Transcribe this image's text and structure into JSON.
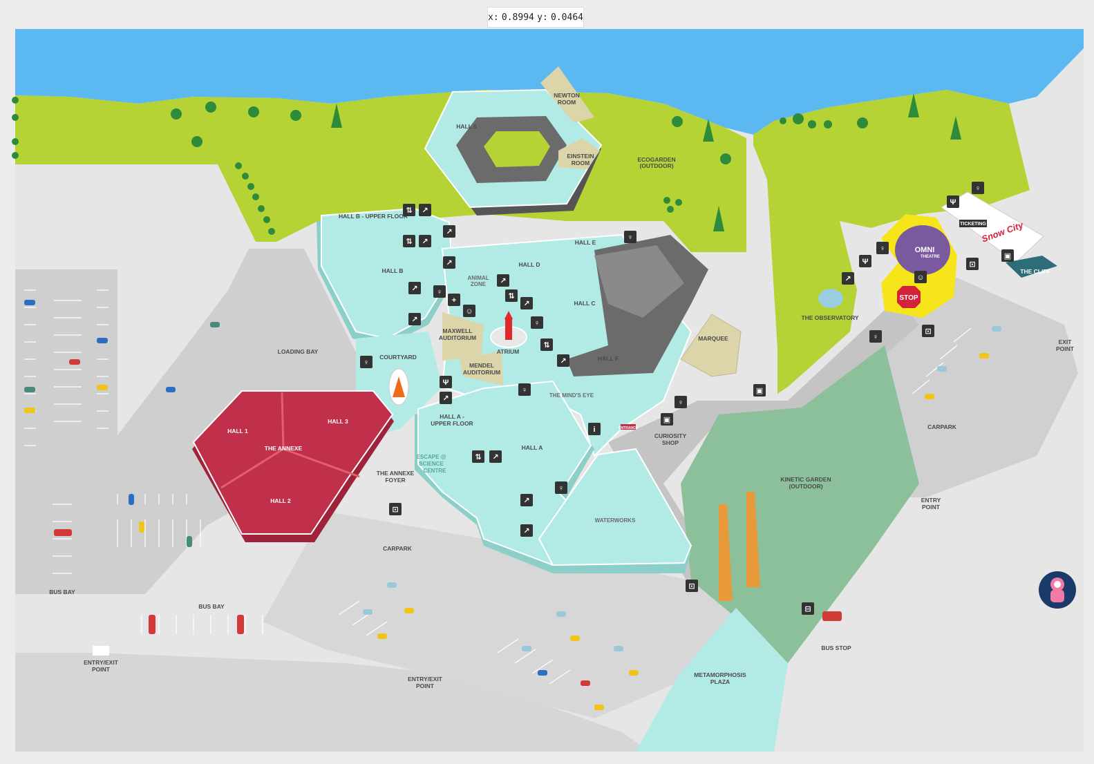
{
  "coordinate_readout": {
    "x_label": "x:",
    "x_value": "0.8994",
    "y_label": "y:",
    "y_value": "0.0464"
  },
  "colors": {
    "river": "#5bb8f0",
    "grass": "#b5d335",
    "hall_teal": "#b2ebe6",
    "annexe_red": "#c0304a",
    "omni_yellow": "#f6e51a",
    "kinetic_green": "#8cc09a",
    "dark_block": "#6b6b6b",
    "beige": "#dcd5aa",
    "road_grey": "#d0d0d0",
    "paving": "#e6e6e6"
  },
  "labels": {
    "hall_6": "HALL 6",
    "newton_room_1": "NEWTON",
    "newton_room_2": "ROOM",
    "einstein_room_1": "EINSTEIN",
    "einstein_room_2": "ROOM",
    "ecogarden_1": "ECOGARDEN",
    "ecogarden_2": "(OUTDOOR)",
    "hall_b_upper": "HALL B - UPPER FLOOR",
    "hall_b": "HALL B",
    "animal_zone_1": "ANIMAL",
    "animal_zone_2": "ZONE",
    "hall_e": "HALL E",
    "hall_d": "HALL D",
    "hall_c": "HALL C",
    "hall_f": "HALL F",
    "maxwell_1": "MAXWELL",
    "maxwell_2": "AUDITORIUM",
    "mendel_1": "MENDEL",
    "mendel_2": "AUDITORIUM",
    "atrium": "ATRIUM",
    "courtyard": "COURTYARD",
    "loading_bay": "LOADING BAY",
    "marquee": "MARQUEE",
    "minds_eye": "THE MIND'S EYE",
    "curiosity_1": "CURIOSITY",
    "curiosity_2": "SHOP",
    "entrance": "ENTRANCE",
    "hall_a_upper_1": "HALL A -",
    "hall_a_upper_2": "UPPER FLOOR",
    "hall_a": "HALL A",
    "escape_1": "ESCAPE @",
    "escape_2": "SCIENCE",
    "escape_3": "CENTRE",
    "annexe_foyer_1": "THE ANNEXE",
    "annexe_foyer_2": "FOYER",
    "hall_1": "HALL 1",
    "hall_2": "HALL 2",
    "hall_3": "HALL 3",
    "the_annexe": "THE ANNEXE",
    "waterworks": "WATERWORKS",
    "carpark": "CARPARK",
    "bus_bay": "BUS BAY",
    "entry_exit_1": "ENTRY/EXIT",
    "entry_exit_2": "POINT",
    "metamorphosis_1": "METAMORPHOSIS",
    "metamorphosis_2": "PLAZA",
    "bus_stop": "BUS STOP",
    "kinetic_1": "KINETIC GARDEN",
    "kinetic_2": "(OUTDOOR)",
    "observatory": "THE OBSERVATORY",
    "ticketing": "TICKETING",
    "omni": "OMNI",
    "theatre": "THEATRE",
    "snow_city": "Snow City",
    "stop": "STOP",
    "the_cliff": "THE CLIFF",
    "exit_point_1": "EXIT",
    "exit_point_2": "POINT",
    "entry_point_1": "ENTRY",
    "entry_point_2": "POINT"
  },
  "icons": {
    "lift": "lift-icon",
    "escalator": "escalator-icon",
    "toilet": "toilet-icon",
    "first_aid": "first-aid-icon",
    "nursing": "nursing-room-icon",
    "dining": "dining-icon",
    "info": "info-icon",
    "gift": "gift-shop-icon",
    "car": "car-drop-off-icon",
    "bus": "bus-icon",
    "astronaut": "astronaut-mascot-icon"
  }
}
